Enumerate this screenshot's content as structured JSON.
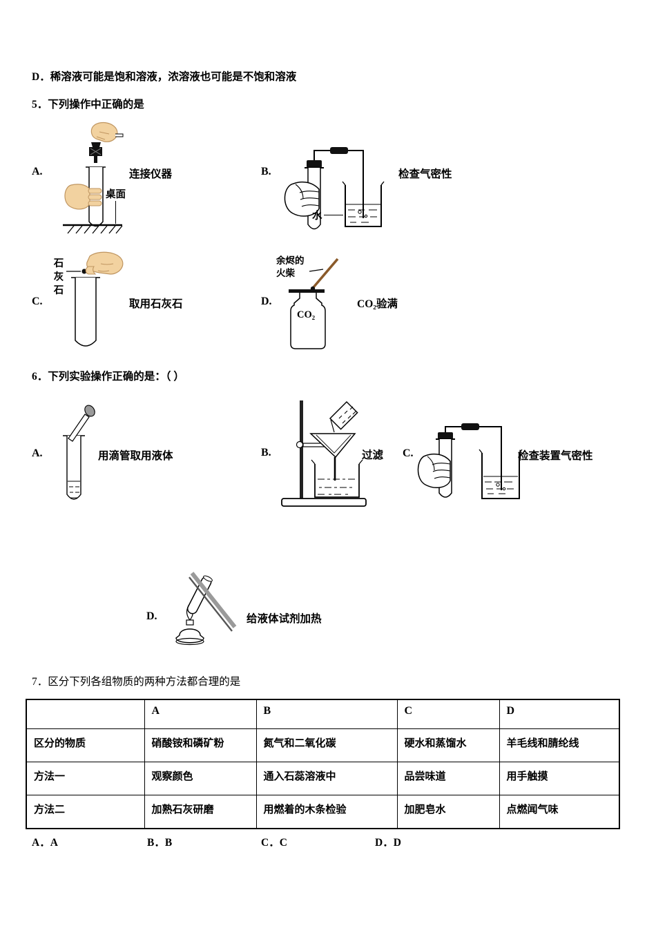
{
  "intro": {
    "option_d": "D．稀溶液可能是饱和溶液，浓溶液也可能是不饱和溶液"
  },
  "q5": {
    "title": "5．下列操作中正确的是",
    "options": {
      "a": {
        "letter": "A.",
        "caption": "连接仪器",
        "table_label": "桌面"
      },
      "b": {
        "letter": "B.",
        "caption": "检查气密性",
        "water_label": "水"
      },
      "c": {
        "letter": "C.",
        "caption": "取用石灰石",
        "limestone_label": "石灰石"
      },
      "d": {
        "letter": "D.",
        "caption": "CO₂验满",
        "match_label_line1": "余烬的",
        "match_label_line2": "火柴",
        "bottle_label": "CO₂"
      }
    }
  },
  "q6": {
    "title": "6．下列实验操作正确的是：（ ）",
    "options": {
      "a": {
        "letter": "A.",
        "caption": "用滴管取用液体"
      },
      "b": {
        "letter": "B.",
        "caption": "过滤"
      },
      "c": {
        "letter": "C.",
        "caption": "检查装置气密性"
      },
      "d": {
        "letter": "D.",
        "caption": "给液体试剂加热"
      }
    }
  },
  "q7": {
    "title": "7．区分下列各组物质的两种方法都合理的是",
    "table": {
      "headers": [
        "",
        "A",
        "B",
        "C",
        "D"
      ],
      "rows": [
        {
          "label": "区分的物质",
          "a": "硝酸铵和磷矿粉",
          "b": "氮气和二氧化碳",
          "c": "硬水和蒸馏水",
          "d": "羊毛线和腈纶线"
        },
        {
          "label": "方法一",
          "a": "观察颜色",
          "b": "通入石蕊溶液中",
          "c": "品尝味道",
          "d": "用手触摸"
        },
        {
          "label": "方法二",
          "a": "加熟石灰研磨",
          "b": "用燃着的木条检验",
          "c": "加肥皂水",
          "d": "点燃闻气味"
        }
      ]
    },
    "answers": {
      "a": "A．A",
      "b": "B．B",
      "c": "C．C",
      "d": "D．D"
    }
  },
  "colors": {
    "ink": "#000000",
    "skin": "#f2d2a0",
    "skin_stroke": "#bf9560",
    "match_wood": "#8a5a2a",
    "bulb_gray": "#9a9a9a"
  }
}
